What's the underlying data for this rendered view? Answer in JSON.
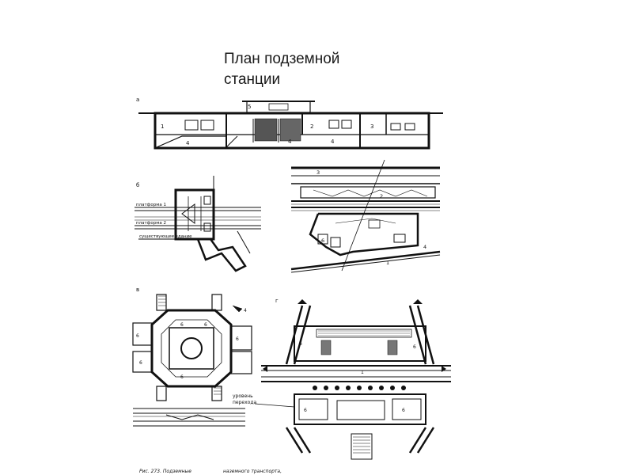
{
  "slide": {
    "title_line1": "План подземной",
    "title_line2": "станции"
  },
  "figure": {
    "panel_a_letter": "а",
    "panel_b_letter": "б",
    "panel_v_letter": "в",
    "panel_g_letter": "г",
    "section_labels": [
      "5",
      "1",
      "2",
      "4",
      "3",
      "4",
      "4"
    ],
    "plan_b_platform_1": "платформа 1",
    "plan_b_platform_2": "платформа 2",
    "plan_b_existing_building": "существующее здание",
    "plan_g_level": "уровень",
    "plan_g_passage": "перехода",
    "num_3": "3",
    "num_1": "1",
    "num_2": "2",
    "num_4": "4",
    "num_6": "6",
    "caption_left": "Рис. 273. Подземные",
    "caption_right": "наземного транспорта,"
  }
}
